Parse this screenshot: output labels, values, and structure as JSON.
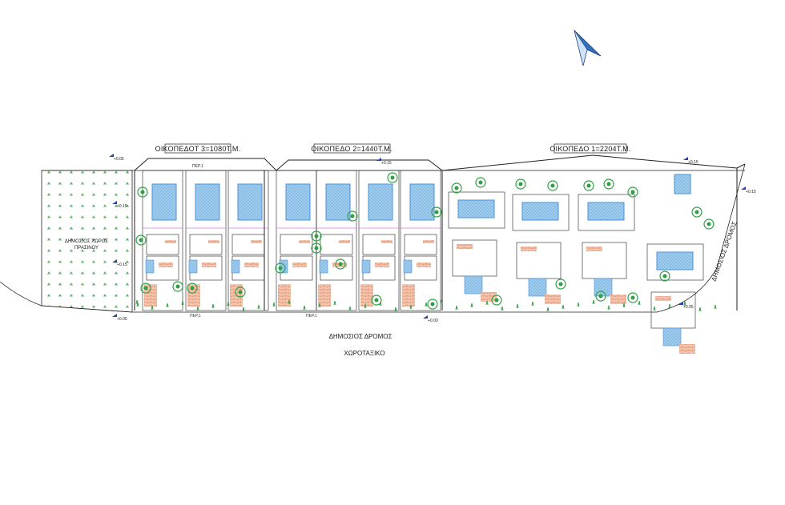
{
  "plot_labels": {
    "plot3": "ΟΙΚΟΠΕΔΟΤ 3=1080Τ.Μ.",
    "plot2": "ΟΙΚΟΠΕΔΟ 2=1440Τ.Μ.",
    "plot1": "ΟΙΚΟΠΕΔΟ 1=2204Τ.Μ."
  },
  "area_labels": {
    "green_line1": "ΔΗΜΟΣΙΟΣ ΧΩΡΟΣ",
    "green_line2": "ΠΡΑΣΙΝΟΥ",
    "public_road": "ΔΗΜΟΣΙΟΣ ΔΡΟΜΟΣ",
    "public_road_side": "ΔΗΜΟΣΙΟΣ ΔΡΟΜΟΣ",
    "drawing_title": "ΧΩΡΟΤΑΞΙΚΟ"
  },
  "small_labels": {
    "per1_top": "ΠΕΡ.1",
    "per1_bottom": "ΠΕΡ.1",
    "per2": "ΠΕΡ.1"
  },
  "levels": {
    "l1": "+0.05",
    "l2": "+0.15",
    "l3": "+0.15",
    "l4": "+0.05",
    "l5": "+0.00",
    "l6": "+0.15",
    "l7": "+0.15",
    "l8": "+0.05"
  },
  "colors": {
    "line": "#222222",
    "pool": "#4a90d9",
    "pool_fill": "#9ccbf0",
    "tree": "#2ea043",
    "brick": "#d9734a",
    "magenta": "#c040c0",
    "north_arrow": "#2f6fc0",
    "level_marker": "#2a3fb0"
  },
  "north_arrow_icon": "north-arrow-icon"
}
